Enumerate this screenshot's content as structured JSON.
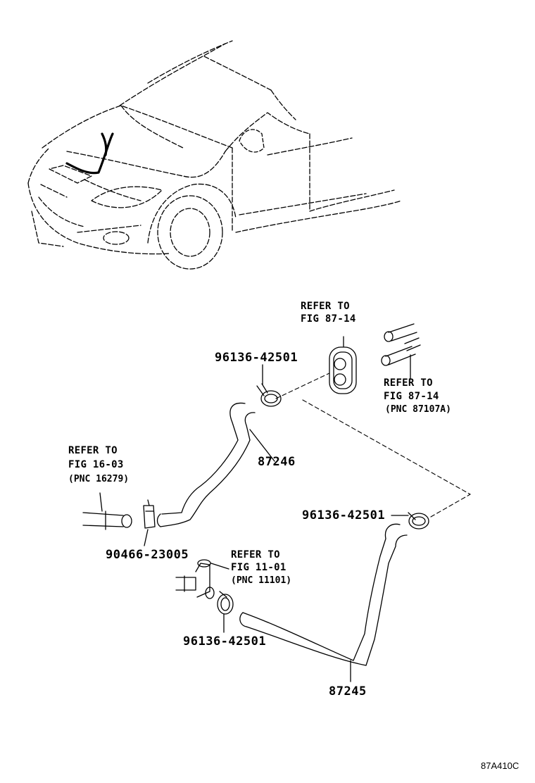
{
  "labels": {
    "grommet_ref": {
      "line1": "REFER TO",
      "line2": "FIG 87-14"
    },
    "pipe_ref": {
      "line1": "REFER TO",
      "line2": "FIG 87-14",
      "line3": "(PNC 87107A)"
    },
    "engine_ref": {
      "line1": "REFER TO",
      "line2": "FIG 16-03",
      "line3": "(PNC 16279)"
    },
    "tank_ref": {
      "line1": "REFER TO",
      "line2": "FIG 11-01",
      "line3": "(PNC 11101)"
    },
    "clamp_top": "96136-42501",
    "clamp_right": "96136-42501",
    "clamp_bottom": "96136-42501",
    "clip": "90466-23005",
    "hose_upper": "87246",
    "hose_lower": "87245",
    "figure_code": "87A410C"
  }
}
